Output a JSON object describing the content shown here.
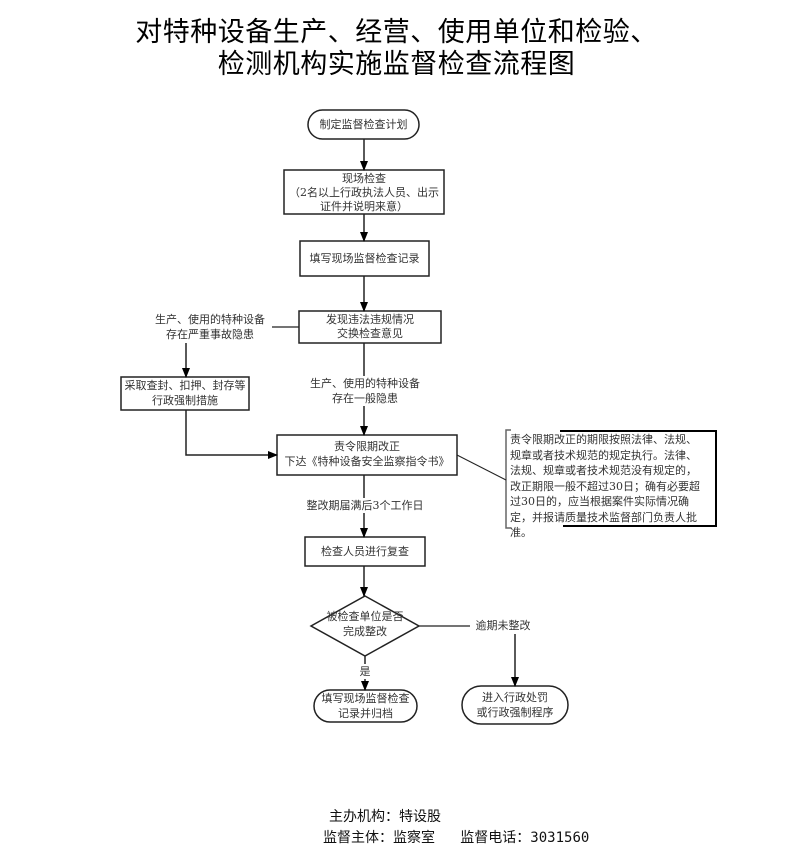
{
  "title": {
    "line1": "对特种设备生产、经营、使用单位和检验、",
    "line2": "检测机构实施监督检查流程图"
  },
  "nodes": {
    "plan": "制定监督检查计划",
    "onsite_title": "现场检查",
    "onsite_line2": "（2名以上行政执法人员、出示",
    "onsite_line3": "证件并说明来意）",
    "record": "填写现场监督检查记录",
    "discover_line1": "发现违法违规情况",
    "discover_line2": "交换检查意见",
    "enforce_line1": "采取查封、扣押、封存等",
    "enforce_line2": "行政强制措施",
    "order_line1": "责令限期改正",
    "order_line2": "下达《特种设备安全监察指令书》",
    "recheck": "检查人员进行复查",
    "decision_line1": "被检查单位是否",
    "decision_line2": "完成整改",
    "archive_line1": "填写现场监督检查",
    "archive_line2": "记录并归档",
    "penalty_line1": "进入行政处罚",
    "penalty_line2": "或行政强制程序"
  },
  "edge_labels": {
    "serious_line1": "生产、使用的特种设备",
    "serious_line2": "存在严重事故隐患",
    "general_line1": "生产、使用的特种设备",
    "general_line2": "存在一般隐患",
    "deadline": "整改期届满后3个工作日",
    "overdue": "逾期未整改",
    "yes": "是"
  },
  "note": {
    "text": "责令限期改正的期限按照法律、法规、规章或者技术规范的规定执行。法律、法规、规章或者技术规范没有规定的，改正期限一般不超过30日；确有必要超过30日的，应当根据案件实际情况确定，并报请质量技术监督部门负责人批准。"
  },
  "footer": {
    "organizer_label": "主办机构：",
    "organizer_value": "特设股",
    "supervisor_label": "监督主体：",
    "supervisor_value": "监察室",
    "phone_label": "监督电话：",
    "phone_value": "3031560"
  }
}
